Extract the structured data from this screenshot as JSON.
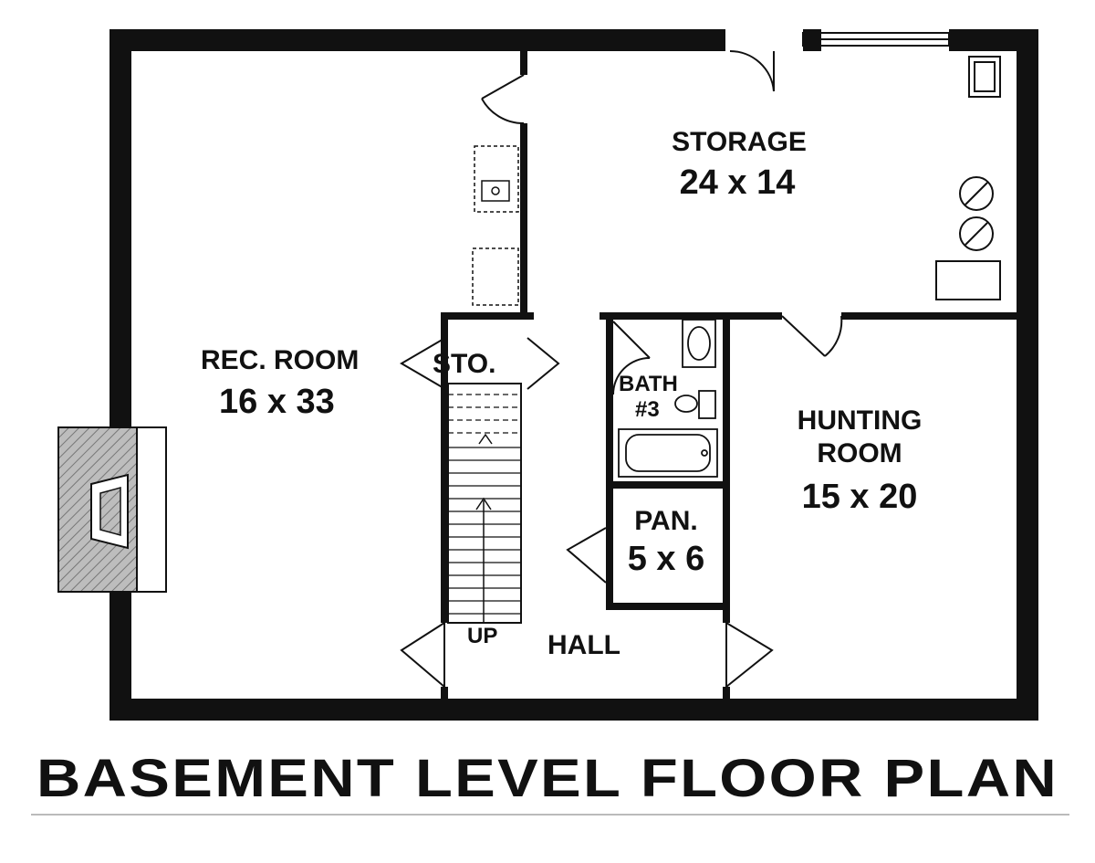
{
  "plan": {
    "title": "BASEMENT LEVEL FLOOR PLAN",
    "rooms": {
      "rec_room": {
        "name": "REC. ROOM",
        "dims": "16 x 33"
      },
      "storage": {
        "name": "STORAGE",
        "dims": "24 x 14"
      },
      "hunting_room": {
        "name_line1": "HUNTING",
        "name_line2": "ROOM",
        "dims": "15 x 20"
      },
      "bath": {
        "name_line1": "BATH",
        "name_line2": "#3"
      },
      "pantry": {
        "name": "PAN.",
        "dims": "5 x 6"
      },
      "sto": {
        "name": "STO."
      },
      "hall": {
        "name": "HALL"
      }
    },
    "stairs_label": "UP"
  }
}
